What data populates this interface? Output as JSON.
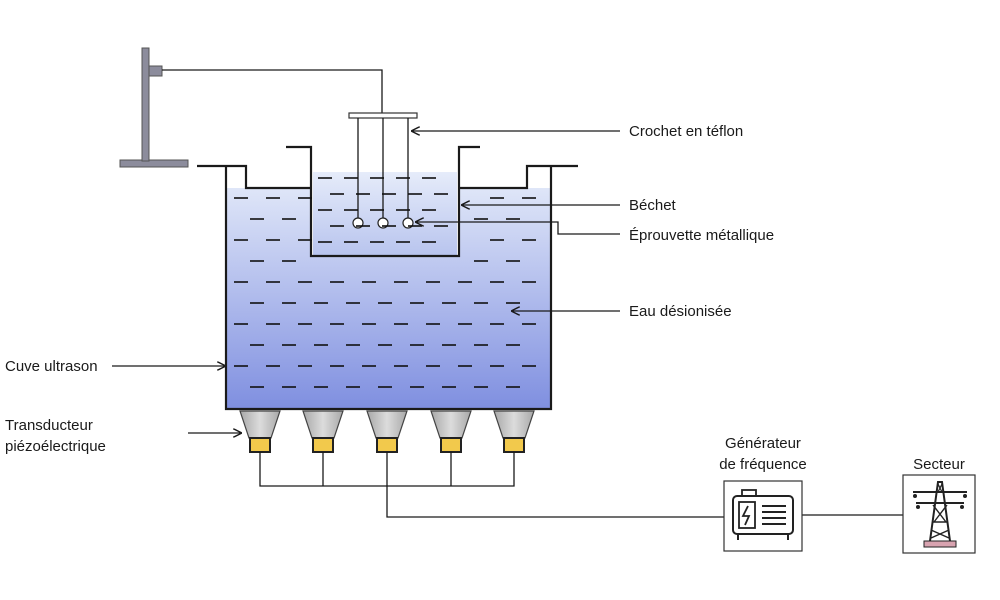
{
  "labels": {
    "hook": "Crochet en téflon",
    "beaker": "Béchet",
    "specimen": "Éprouvette métallique",
    "water": "Eau désionisée",
    "tank": "Cuve ultrason",
    "transducer_line1": "Transducteur",
    "transducer_line2": "piézoélectrique",
    "generator_line1": "Générateur",
    "generator_line2": "de fréquence",
    "mains": "Secteur"
  },
  "colors": {
    "water_top": "#dfe6f8",
    "water_bottom": "#7f8fe0",
    "transducer_cone": "#c8c8c8",
    "transducer_base": "#f2c94c",
    "stand": "#8c8c9c",
    "pylon_base": "#d8a3b0"
  },
  "icons": {
    "generator": "generator-icon",
    "mains": "power-pylon-icon"
  }
}
